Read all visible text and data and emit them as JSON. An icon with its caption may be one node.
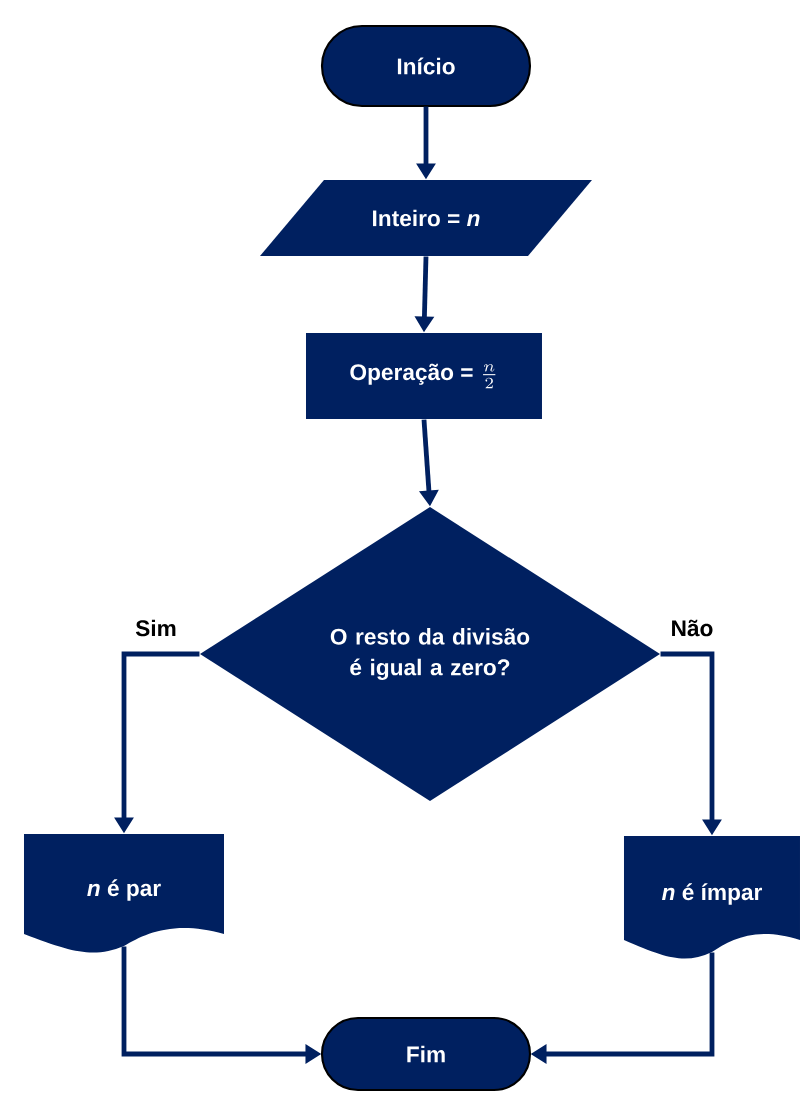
{
  "diagram": {
    "nodes": [
      {
        "text": [
          "Início"
        ]
      },
      {
        "text": [
          "Inteiro = *n*"
        ]
      },
      {
        "text": [
          "Operação =",
          "\\frac{n}{2}"
        ]
      },
      {
        "text": [
          "O resto da divisão é igual a zero?"
        ]
      },
      {
        "text": [
          "*n* é par"
        ]
      },
      {
        "text": [
          "*n* é ímpar"
        ]
      },
      {
        "text": [
          "Fim"
        ]
      }
    ],
    "edges": [
      {
        "from": 0,
        "to": 1,
        "arrow": "to"
      },
      {
        "from": 1,
        "to": 2,
        "arrow": "to"
      },
      {
        "from": 2,
        "to": 3,
        "arrow": "to"
      },
      {
        "from": 3,
        "to": 4,
        "arrow": "to",
        "label": "Sim"
      },
      {
        "from": 3,
        "to": 5,
        "arrow": "to",
        "label": "Não"
      },
      {
        "from": 4,
        "to": 6,
        "arrow": "to"
      },
      {
        "from": 5,
        "to": 6,
        "arrow": "to"
      }
    ]
  }
}
